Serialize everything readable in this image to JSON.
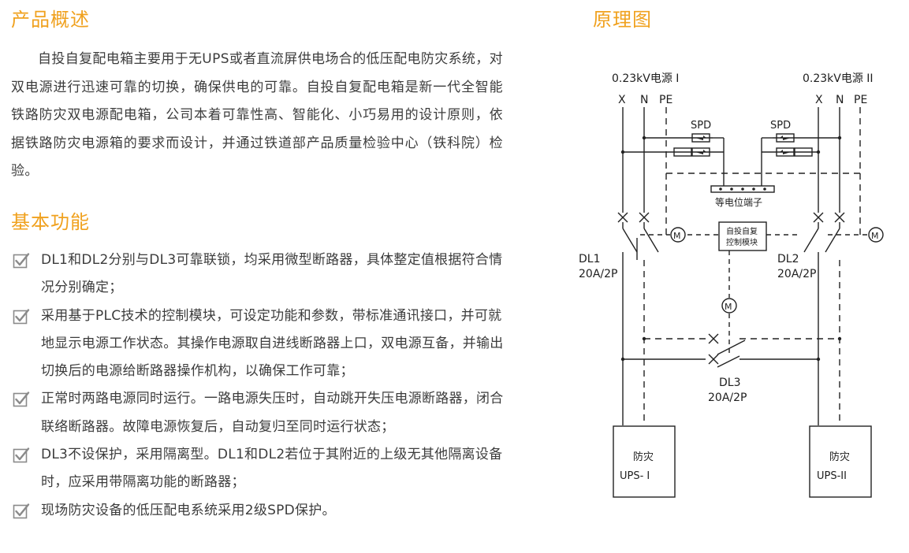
{
  "overview": {
    "title": "产品概述",
    "text": "自投自复配电箱主要用于无UPS或者直流屏供电场合的低压配电防灾系统，对双电源进行迅速可靠的切换，确保供电的可靠。自投自复配电箱是新一代全智能铁路防灾双电源配电箱，公司本着可靠性高、智能化、小巧易用的设计原则，依据铁路防灾电源箱的要求而设计，并通过铁道部产品质量检验中心（铁科院）检验。"
  },
  "functions": {
    "title": "基本功能",
    "items": [
      "DL1和DL2分别与DL3可靠联锁，均采用微型断路器，具体整定值根据符合情况分别确定；",
      "采用基于PLC技术的控制模块，可设定功能和参数，带标准通讯接口，并可就地显示电源工作状态。其操作电源取自进线断路器上口，双电源互备，并输出切换后的电源给断路器操作机构，以确保工作可靠；",
      "正常时两路电源同时运行。一路电源失压时，自动跳开失压电源断路器，闭合联络断路器。故障电源恢复后，自动复归至同时运行状态；",
      "DL3不设保护，采用隔离型。DL1和DL2若位于其附近的上级无其他隔离设备时，应采用带隔离功能的断路器；",
      "现场防灾设备的低压配电系统采用2级SPD保护。"
    ]
  },
  "diagram": {
    "title": "原理图",
    "source1": "0.23kV电源 I",
    "source2": "0.23kV电源 II",
    "x": "X",
    "n": "N",
    "pe": "PE",
    "spd": "SPD",
    "terminal": "等电位端子",
    "module_line1": "自投自复",
    "module_line2": "控制模块",
    "motor": "M",
    "dl1": "DL1",
    "dl2": "DL2",
    "dl3": "DL3",
    "rating": "20A/2P",
    "ups_label": "防灾",
    "ups1": "UPS- I",
    "ups2": "UPS-II"
  }
}
